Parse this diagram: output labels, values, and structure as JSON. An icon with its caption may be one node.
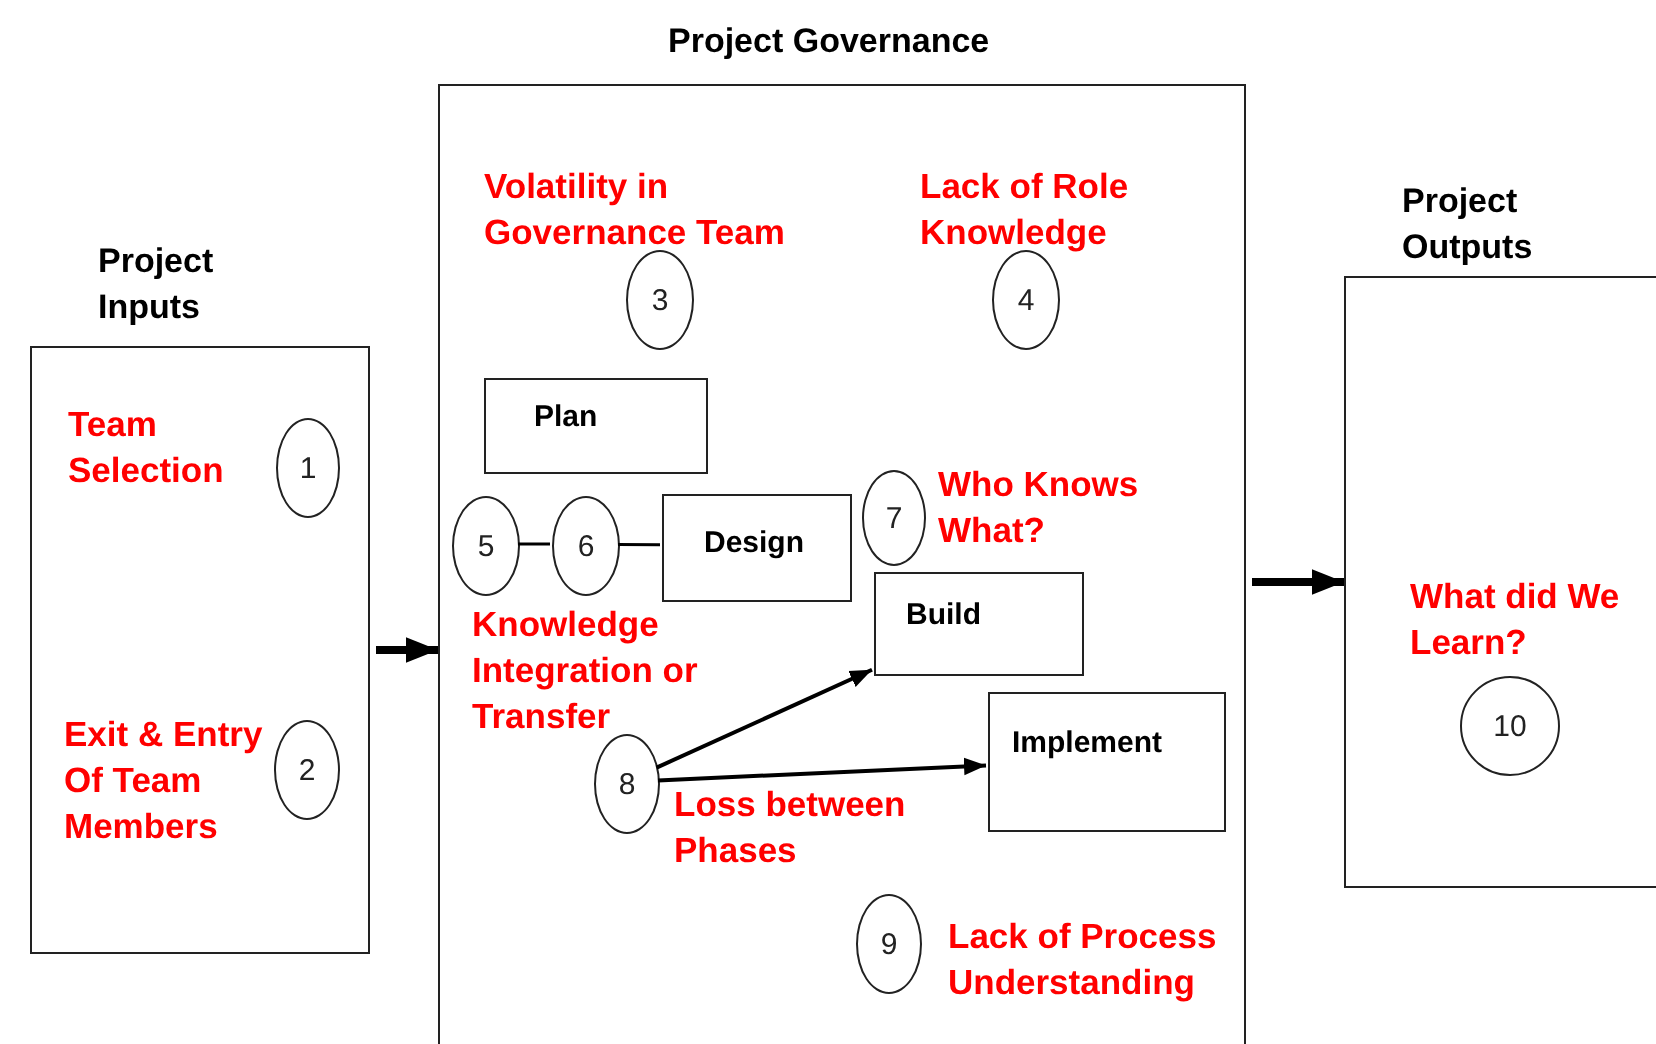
{
  "diagram": {
    "nodes": [
      {
        "text": [
          "Project Inputs"
        ]
      },
      {
        "text": [
          "1"
        ],
        "in": 0,
        "beside": [
          "Team Selection"
        ]
      },
      {
        "text": [
          "2"
        ],
        "in": 0,
        "beside": [
          "Exit & Entry Of Team Members"
        ]
      },
      {
        "text": [
          "Project Governance"
        ]
      },
      {
        "text": [
          "3"
        ],
        "in": 3,
        "beside": [
          "Volatility in Governance Team"
        ]
      },
      {
        "text": [
          "4"
        ],
        "in": 3,
        "beside": [
          "Lack of Role Knowledge"
        ]
      },
      {
        "text": [
          "Plan"
        ],
        "in": 3
      },
      {
        "text": [
          "5"
        ],
        "in": 3
      },
      {
        "text": [
          "6"
        ],
        "in": 3
      },
      {
        "text": [
          "Design"
        ],
        "in": 3
      },
      {
        "text": [
          "7"
        ],
        "in": 3,
        "beside": [
          "Who Knows What?"
        ]
      },
      {
        "text": [
          "Build"
        ],
        "in": 3
      },
      {
        "text": [
          "Implement"
        ],
        "in": 3
      },
      {
        "text": [
          "8"
        ],
        "in": 3,
        "beside": [
          "Loss between Phases"
        ]
      },
      {
        "text": [
          "9"
        ],
        "in": 3,
        "beside": [
          "Lack of Process Understanding"
        ]
      },
      {
        "text": [
          "Project Outputs"
        ]
      },
      {
        "text": [
          "10"
        ],
        "in": 15,
        "beside": [
          "What did We Learn?"
        ]
      }
    ],
    "edges": [
      {
        "from": 0,
        "to": 3,
        "arrow": "to",
        "style": "thick"
      },
      {
        "from": 3,
        "to": 15,
        "arrow": "to",
        "style": "thick"
      },
      {
        "from": 7,
        "to": 8,
        "arrow": "none"
      },
      {
        "from": 8,
        "to": 9,
        "arrow": "none"
      },
      {
        "from": 13,
        "to": 11,
        "arrow": "to"
      },
      {
        "from": 13,
        "to": 12,
        "arrow": "to"
      }
    ],
    "labels": [
      "Knowledge Integration or Transfer"
    ]
  }
}
